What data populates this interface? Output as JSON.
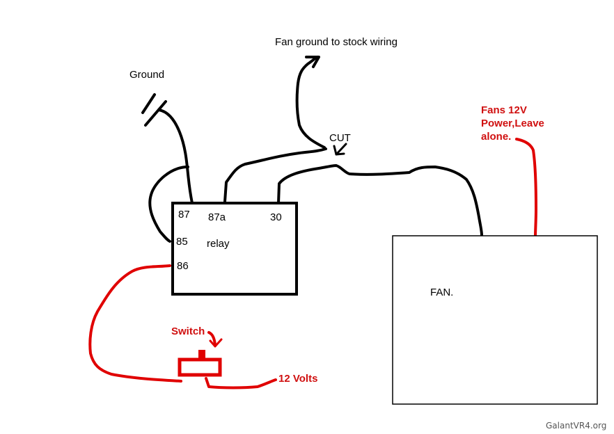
{
  "colors": {
    "wire_black": "#000000",
    "wire_red": "#e00000",
    "label_red": "#d01010"
  },
  "labels": {
    "ground": "Ground",
    "fan_ground": "Fan ground to stock wiring",
    "cut": "CUT",
    "fans_power_line1": "Fans 12V",
    "fans_power_line2": "Power,Leave",
    "fans_power_line3": "alone.",
    "fan": "FAN.",
    "switch": "Switch",
    "twelve_volts": "12 Volts",
    "watermark": "GalantVR4.org"
  },
  "relay": {
    "title": "relay",
    "pins": {
      "p87": "87",
      "p87a": "87a",
      "p30": "30",
      "p85": "85",
      "p86": "86"
    }
  }
}
